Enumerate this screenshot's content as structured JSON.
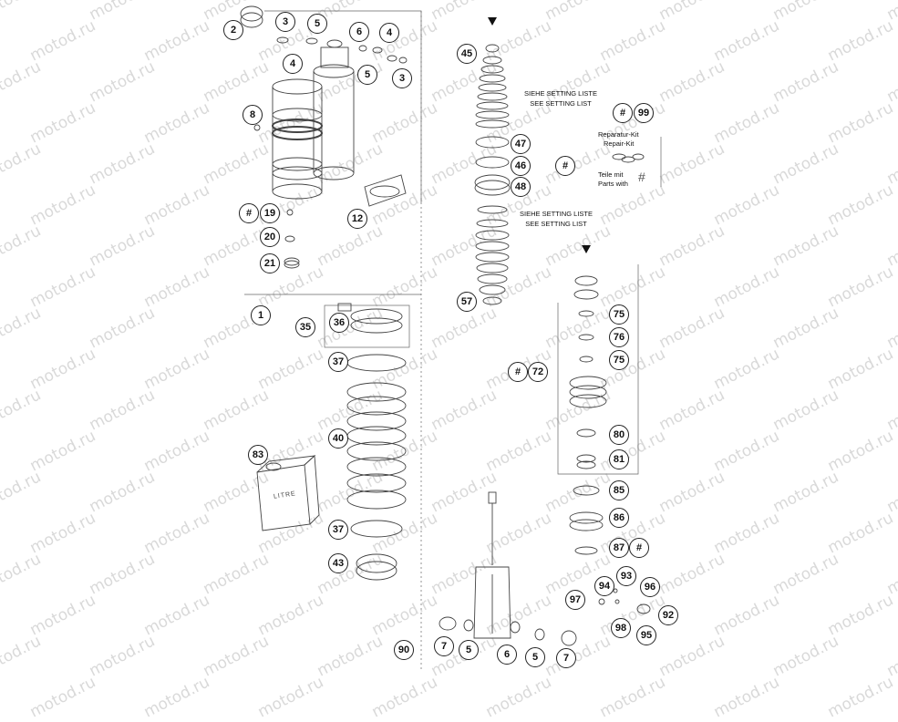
{
  "watermark_text": "motod.ru",
  "notes": {
    "setting_1_de": "SIEHE SETTING LISTE",
    "setting_1_en": "SEE SETTING LIST",
    "setting_2_de": "SIEHE SETTING LISTE",
    "setting_2_en": "SEE SETTING LIST"
  },
  "repair_kit": {
    "title_de": "Reparatur-Kit",
    "title_en": "Repair-Kit",
    "parts_de": "Teile mit",
    "parts_en": "Parts with",
    "symbol": "#"
  },
  "can_label": "LITRE",
  "callouts": {
    "c1": "1",
    "c2": "2",
    "c3a": "3",
    "c3b": "3",
    "c4a": "4",
    "c4b": "4",
    "c5a": "5",
    "c5b": "5",
    "c6": "6",
    "c8": "8",
    "h19": "#",
    "c19": "19",
    "c20": "20",
    "c21": "21",
    "c12": "12",
    "c35": "35",
    "c36": "36",
    "c37a": "37",
    "c40": "40",
    "c37b": "37",
    "c43": "43",
    "c83": "83",
    "c45": "45",
    "c47": "47",
    "c46": "46",
    "h46": "#",
    "c48": "48",
    "c57": "57",
    "h72": "#",
    "c72": "72",
    "h99": "#",
    "c99": "99",
    "c75a": "75",
    "c76": "76",
    "c75b": "75",
    "c80": "80",
    "c81": "81",
    "c85": "85",
    "c86": "86",
    "c87": "87",
    "h87": "#",
    "c94": "94",
    "c93": "93",
    "c96": "96",
    "c97": "97",
    "c92": "92",
    "c98": "98",
    "c95": "95",
    "c90": "90",
    "c7a": "7",
    "c5c": "5",
    "c6b": "6",
    "c5d": "5",
    "c7b": "7"
  }
}
